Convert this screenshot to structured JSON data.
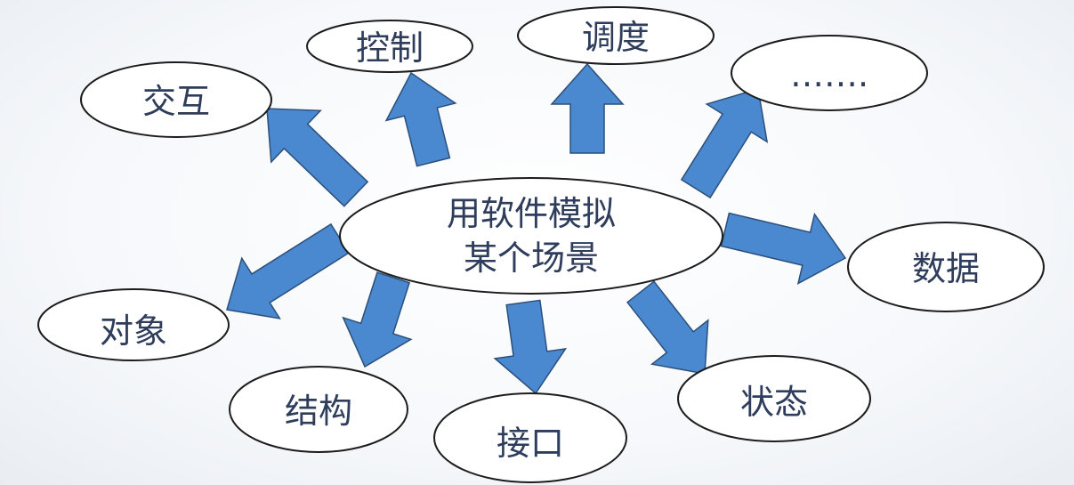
{
  "center": {
    "line1": "用软件模拟",
    "line2": "某个场景"
  },
  "nodes": {
    "interaction": "交互",
    "control": "控制",
    "scheduling": "调度",
    "more": "…….",
    "data": "数据",
    "object": "对象",
    "structure": "结构",
    "interface": "接口",
    "state": "状态"
  },
  "colors": {
    "arrow": "#4a89d0",
    "text": "#2e3d5c"
  }
}
